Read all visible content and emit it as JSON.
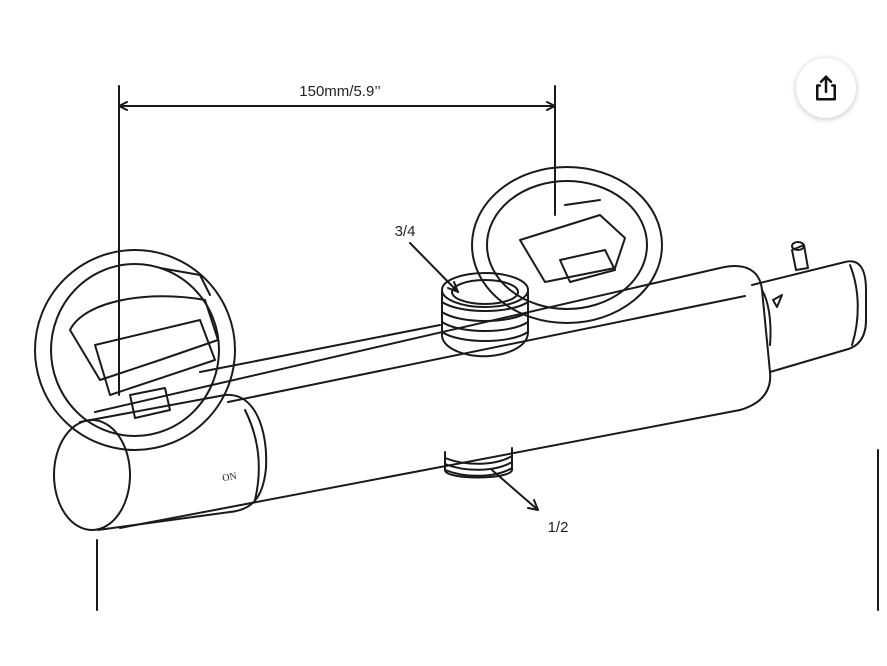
{
  "labels": {
    "dimension": "150mm/5.9’’",
    "inlet_top": "3/4",
    "outlet_bottom": "1/2",
    "valve_marking": "ON"
  },
  "icons": {
    "share": "share-icon"
  },
  "colors": {
    "line": "#1a1a1a",
    "background": "#ffffff"
  }
}
